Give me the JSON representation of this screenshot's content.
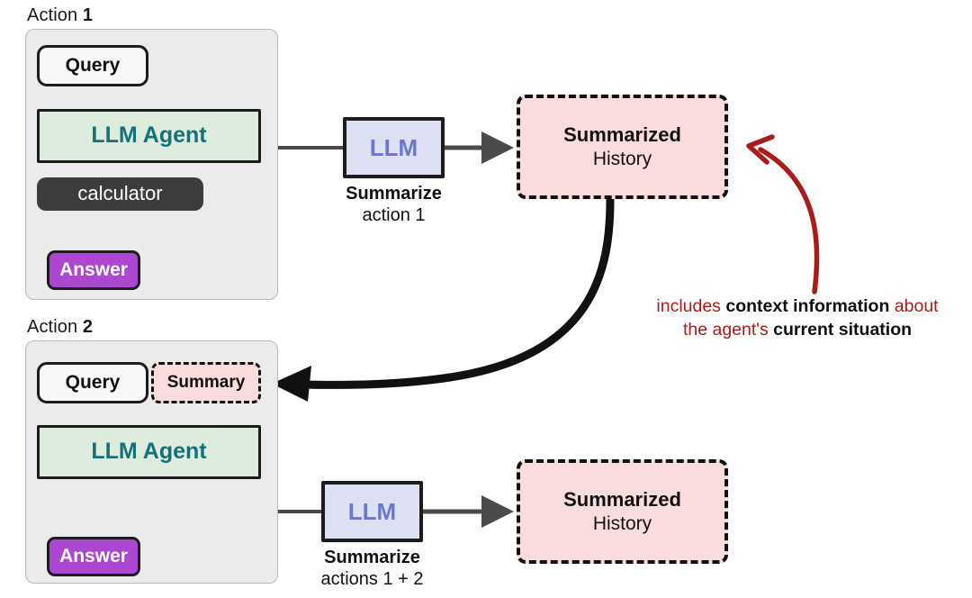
{
  "diagram": {
    "title_hidden": "",
    "accent_colors": {
      "panel_fill": "#ebebeb",
      "agent_fill": "#ddecdd",
      "agent_text": "#14717a",
      "llm_fill": "#dde0f2",
      "llm_text": "#6a77cc",
      "history_fill": "#fadcdc",
      "answer_fill": "#ab47d0",
      "tool_fill": "#3c3c3c",
      "annotation_red": "#a81c1c",
      "stroke_dark": "#1c1c1c",
      "connector_grey": "#4a4a4a"
    }
  },
  "action1": {
    "label_prefix": "Action ",
    "label_number": "1",
    "query": "Query",
    "agent": "LLM Agent",
    "tool": "calculator",
    "answer": "Answer",
    "llm": "LLM",
    "caption_line1": "Summarize",
    "caption_line2": "action 1",
    "history_line1": "Summarized",
    "history_line2": "History"
  },
  "action2": {
    "label_prefix": "Action ",
    "label_number": "2",
    "query": "Query",
    "summary_chip": "Summary",
    "agent": "LLM Agent",
    "answer": "Answer",
    "llm": "LLM",
    "caption_line1": "Summarize",
    "caption_line2": "actions 1 + 2",
    "history_line1": "Summarized",
    "history_line2": "History"
  },
  "annotation": {
    "part1": "includes ",
    "bold1": "context information",
    "part2": " about",
    "part3": "the agent's ",
    "bold2": "current situation"
  }
}
